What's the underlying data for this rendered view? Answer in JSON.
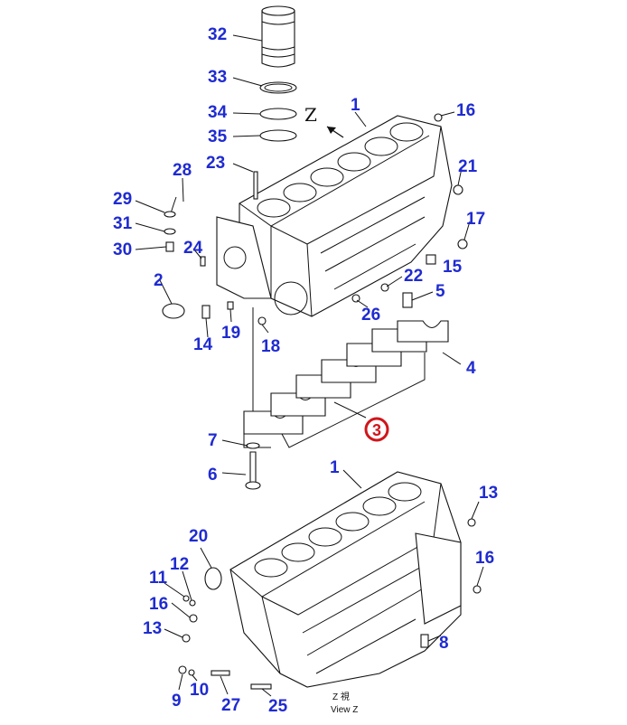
{
  "labels": {
    "n32": "32",
    "n33": "33",
    "n34": "34",
    "n35": "35",
    "n1_top": "1",
    "n16_top": "16",
    "n21": "21",
    "n17": "17",
    "n15": "15",
    "n23": "23",
    "n28": "28",
    "n29": "29",
    "n31": "31",
    "n30": "30",
    "n24": "24",
    "n2": "2",
    "n22": "22",
    "n5": "5",
    "n26": "26",
    "n14": "14",
    "n19": "19",
    "n18": "18",
    "n4": "4",
    "n3": "3",
    "n7": "7",
    "n6": "6",
    "n1_bottom": "1",
    "n13_right": "13",
    "n20": "20",
    "n12": "12",
    "n11": "11",
    "n16_left": "16",
    "n16_right": "16",
    "n13_left": "13",
    "n8": "8",
    "n9": "9",
    "n10": "10",
    "n27": "27",
    "n25": "25"
  },
  "z_marker": "Z",
  "view_caption_top": "Z 視",
  "view_caption_bottom": "View Z",
  "colors": {
    "part_numbers": "#1f2bd1",
    "callout": "#d0161b",
    "lines": "#111111"
  }
}
